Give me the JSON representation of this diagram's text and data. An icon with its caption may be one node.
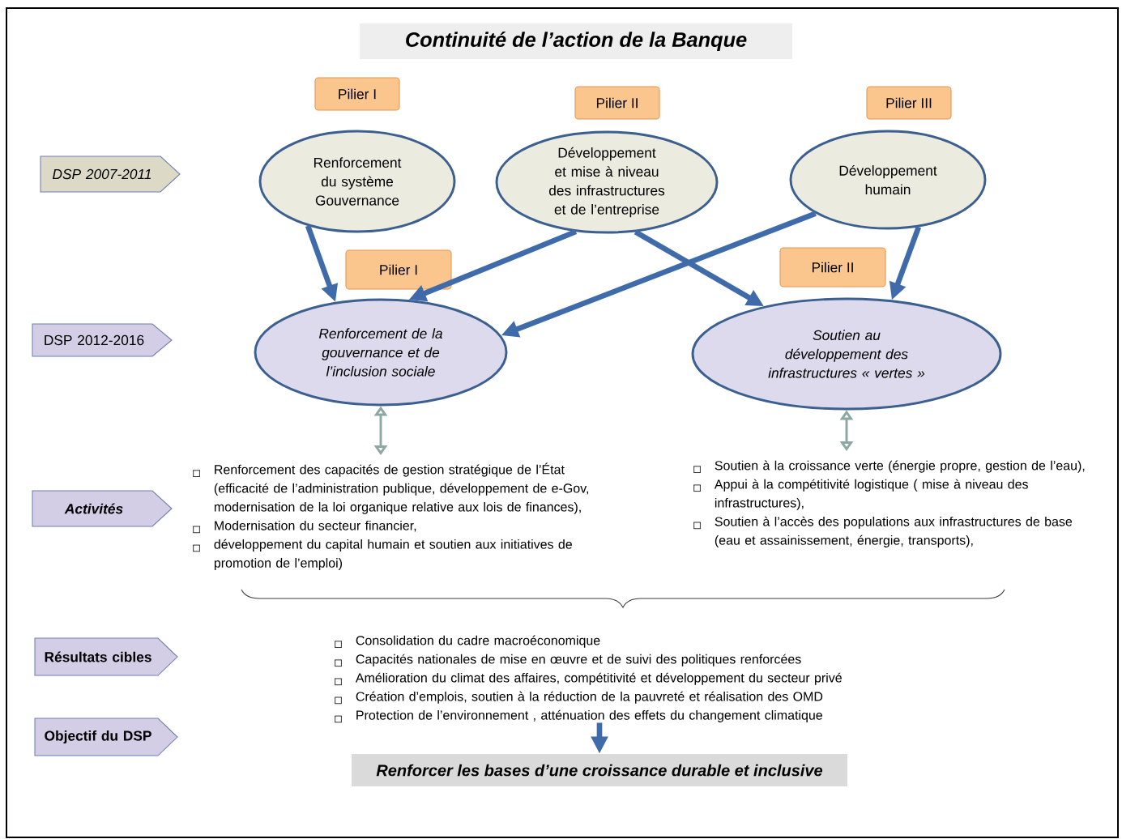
{
  "diagram": {
    "title": "Continuité de l’action de la Banque",
    "nodes": [
      {
        "text": [
          "Pilier I"
        ]
      },
      {
        "text": [
          "Pilier II"
        ]
      },
      {
        "text": [
          "Pilier III"
        ]
      },
      {
        "text": [
          "DSP 2007-2011"
        ]
      },
      {
        "text": [
          "Renforcement du système Gouvernance"
        ]
      },
      {
        "text": [
          "Développement et mise à niveau des infrastructures et de l’entreprise"
        ]
      },
      {
        "text": [
          "Développement humain"
        ]
      },
      {
        "text": [
          "Pilier I"
        ]
      },
      {
        "text": [
          "Pilier II"
        ]
      },
      {
        "text": [
          "DSP 2012-2016"
        ]
      },
      {
        "text": [
          "Renforcement de la gouvernance et de l’inclusion sociale"
        ]
      },
      {
        "text": [
          "Soutien au développement des infrastructures « vertes »"
        ]
      },
      {
        "text": [
          "Activités"
        ]
      },
      {
        "text": [
          "Renforcement des capacités de gestion stratégique de l’État (efficacité de l’administration publique, développement de e-Gov, modernisation de la loi organique relative aux lois de finances),",
          "Modernisation du secteur financier,",
          "développement du capital humain et soutien aux initiatives de promotion de l’emploi)"
        ]
      },
      {
        "text": [
          "Soutien à la croissance verte (énergie propre, gestion de l’eau),",
          "Appui à la compétitivité logistique ( mise à niveau des infrastructures),",
          "Soutien à l’accès des populations aux infrastructures de base (eau et assainissement, énergie, transports),"
        ]
      },
      {
        "text": [
          "Résultats cibles"
        ]
      },
      {
        "text": [
          "Consolidation du cadre macroéconomique",
          "Capacités nationales de mise en œuvre et de suivi des politiques renforcées",
          "Amélioration du climat des affaires, compétitivité et développement du secteur privé",
          "Création d’emplois, soutien à la réduction de la pauvreté et réalisation des OMD",
          "Protection de l’environnement , atténuation des effets du changement climatique"
        ]
      },
      {
        "text": [
          "Objectif du DSP"
        ]
      },
      {
        "text": [
          "Renforcer les bases d’une croissance durable et inclusive"
        ]
      }
    ],
    "edges": [
      {
        "from": 4,
        "to": 10,
        "arrow": "to"
      },
      {
        "from": 5,
        "to": 10,
        "arrow": "to"
      },
      {
        "from": 6,
        "to": 10,
        "arrow": "to"
      },
      {
        "from": 5,
        "to": 11,
        "arrow": "to"
      },
      {
        "from": 6,
        "to": 11,
        "arrow": "to"
      },
      {
        "from": 10,
        "to": 13,
        "arrow": "both"
      },
      {
        "from": 11,
        "to": 14,
        "arrow": "both"
      },
      {
        "from": 16,
        "to": 18,
        "arrow": "to"
      }
    ]
  }
}
